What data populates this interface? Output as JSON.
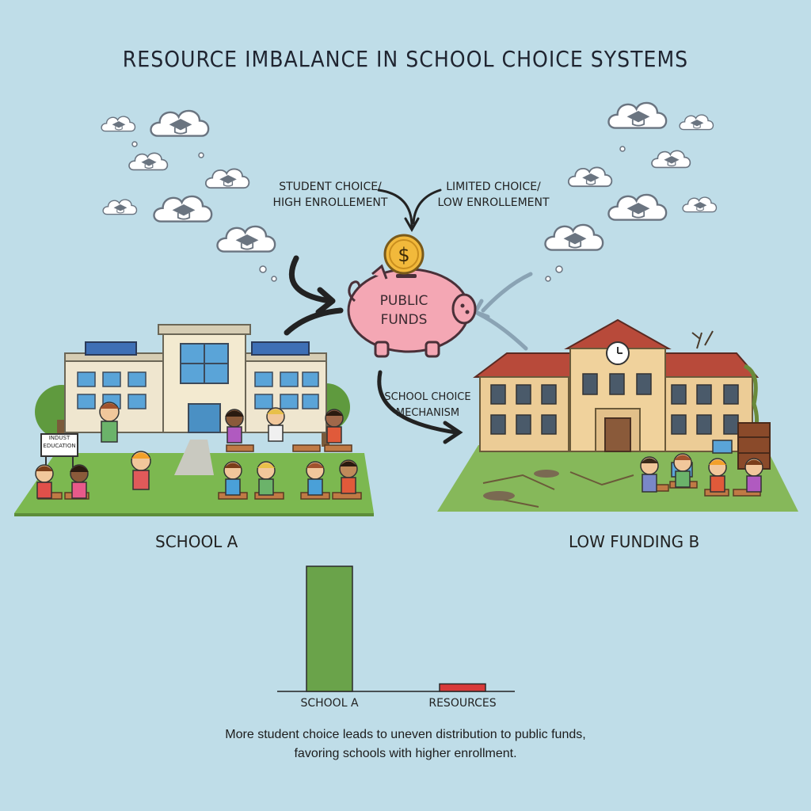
{
  "title": "RESOURCE IMBALANCE IN SCHOOL CHOICE SYSTEMS",
  "flow": {
    "left_label_line1": "STUDENT CHOICE/",
    "left_label_line2": "HIGH ENROLLEMENT",
    "right_label_line1": "LIMITED CHOICE/",
    "right_label_line2": "LOW ENROLLEMENT",
    "center_line1": "PUBLIC",
    "center_line2": "FUNDS",
    "coin_symbol": "$",
    "mechanism_line1": "SCHOOL CHOICE",
    "mechanism_line2": "MECHANISM"
  },
  "school_a": {
    "label": "SCHOOL A",
    "sign_line1": "INDUST",
    "sign_line2": "EDUCATION"
  },
  "school_b": {
    "label": "LOW FUNDING B"
  },
  "chart_data": {
    "type": "bar",
    "categories": [
      "SCHOOL A",
      "RESOURCES"
    ],
    "values": [
      100,
      6
    ],
    "colors": [
      "#6aa34a",
      "#d93a3a"
    ],
    "ylim": [
      0,
      100
    ],
    "title": "",
    "xlabel": "",
    "ylabel": ""
  },
  "caption": {
    "line1": "More student choice leads to uneven distribution to public funds,",
    "line2": "favoring schools with higher enrollment."
  },
  "colors": {
    "background": "#bfdde8",
    "pig": "#f4a7b4",
    "coin": "#f2b93b",
    "grass": "#7cb850",
    "school_a_bar": "#6aa34a",
    "resources_bar": "#d93a3a"
  },
  "icons": [
    "graduation-cap-cloud-icon",
    "piggy-bank-icon",
    "coin-icon",
    "clock-icon",
    "solar-panel-icon"
  ]
}
